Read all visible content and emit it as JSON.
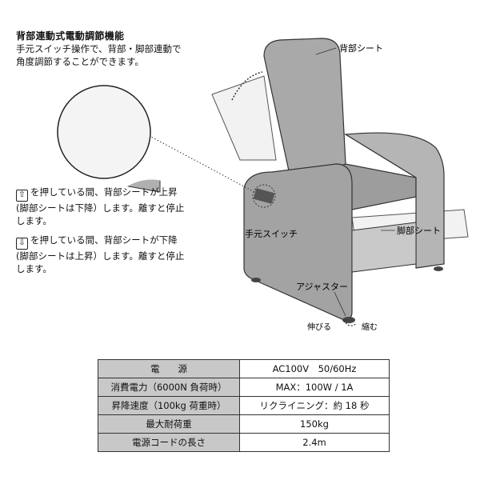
{
  "header": {
    "title": "背部連動式電動調節機能",
    "intro_line1": "手元スイッチ操作で、背部・脚部連動で",
    "intro_line2": "角度調節することができます。"
  },
  "instructions": {
    "up": {
      "icon": "up-arrow-button-icon",
      "line1": "を押している間、背部シートが上昇",
      "line2": "(脚部シートは下降）します。離すと停止",
      "line3": "します。"
    },
    "down": {
      "icon": "down-arrow-button-icon",
      "line1": "を押している間、背部シートが下降",
      "line2": "(脚部シートは上昇）します。離すと停止",
      "line3": "します。"
    }
  },
  "figure": {
    "back_seat_label": "背部シート",
    "hand_switch_label": "手元スイッチ",
    "leg_seat_label": "脚部シート",
    "adjuster_label": "アジャスター",
    "extend_label": "伸びる",
    "retract_label": "縮む"
  },
  "spec_table": [
    {
      "key": "電　　源",
      "value": "AC100V　50/60Hz"
    },
    {
      "key": "消費電力（6000N 負荷時）",
      "value": "MAX：100W / 1A"
    },
    {
      "key": "昇降速度（100kg 荷重時）",
      "value": "リクライニング：約 18 秒"
    },
    {
      "key": "最大耐荷重",
      "value": "150kg"
    },
    {
      "key": "電源コードの長さ",
      "value": "2.4m"
    }
  ],
  "colors": {
    "chair_gray": "#a9a9a9",
    "chair_dark": "#8a8a8a",
    "table_header": "#c8c8c8"
  }
}
